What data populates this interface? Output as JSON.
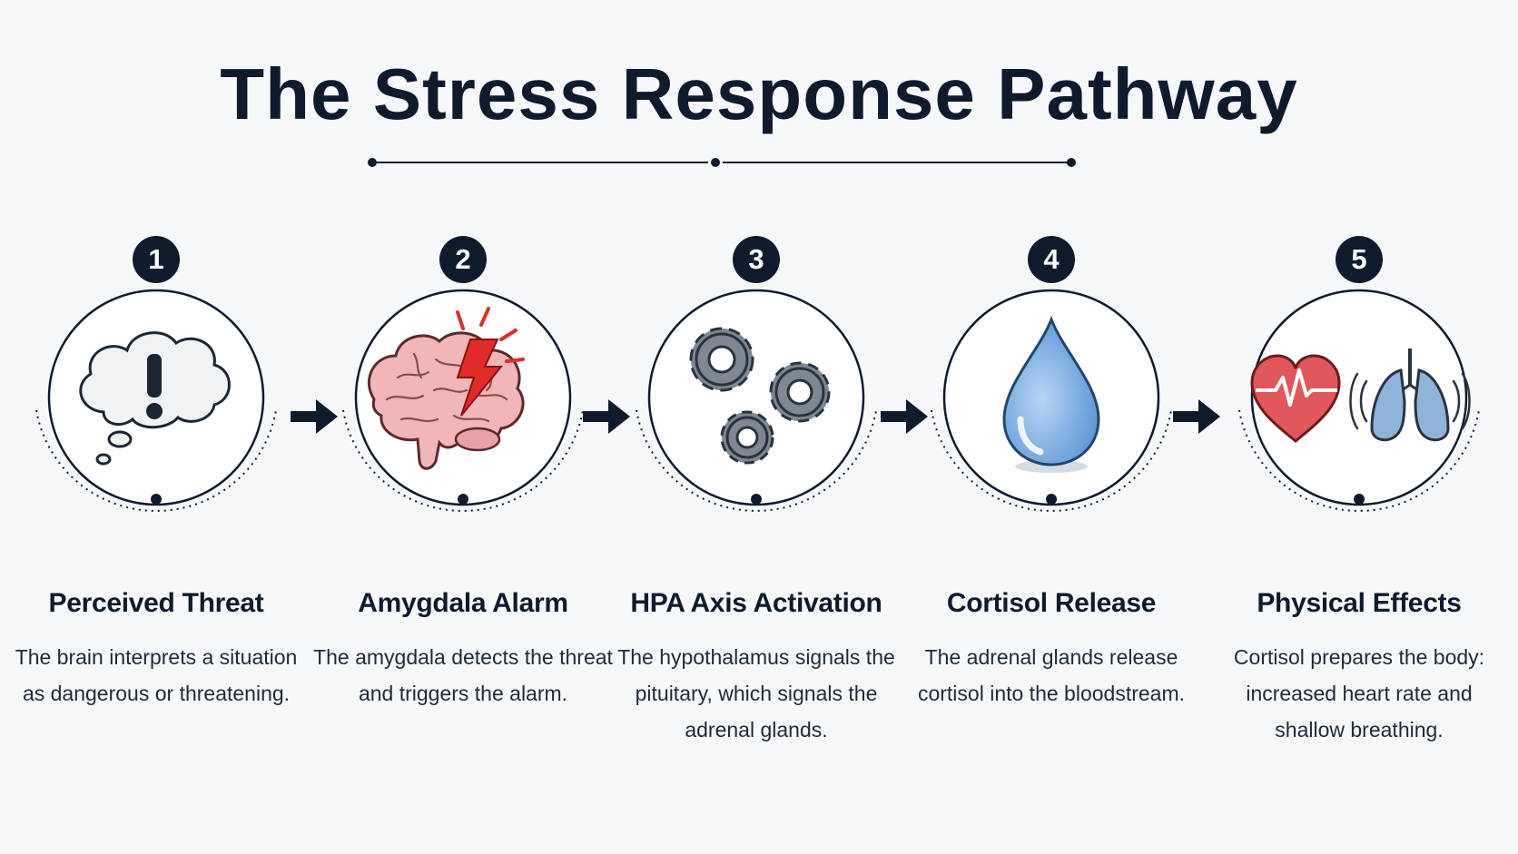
{
  "title": "The Stress Response Pathway",
  "colors": {
    "navy": "#0f1b2d",
    "brain_pink": "#f2b5b8",
    "alert_red": "#e02b2b",
    "gear_gray": "#7d8894",
    "drop_blue": "#7fb3e6",
    "heart_red": "#e0575c",
    "lung_blue": "#8fb3d9"
  },
  "steps": [
    {
      "number": "1",
      "icon": "thought-cloud-exclamation-icon",
      "title": "Perceived Threat",
      "description": "The brain interprets a situation as dangerous or threatening."
    },
    {
      "number": "2",
      "icon": "brain-lightning-icon",
      "title": "Amygdala Alarm",
      "description": "The amygdala detects the threat and triggers the alarm."
    },
    {
      "number": "3",
      "icon": "gears-icon",
      "title": "HPA Axis Activation",
      "description": "The hypothalamus signals the pituitary, which signals the adrenal glands."
    },
    {
      "number": "4",
      "icon": "water-drop-icon",
      "title": "Cortisol Release",
      "description": "The adrenal glands release cortisol into the bloodstream."
    },
    {
      "number": "5",
      "icon": "heart-lungs-icon",
      "title": "Physical Effects",
      "description": "Cortisol prepares the body: increased heart rate and shallow breathing."
    }
  ]
}
